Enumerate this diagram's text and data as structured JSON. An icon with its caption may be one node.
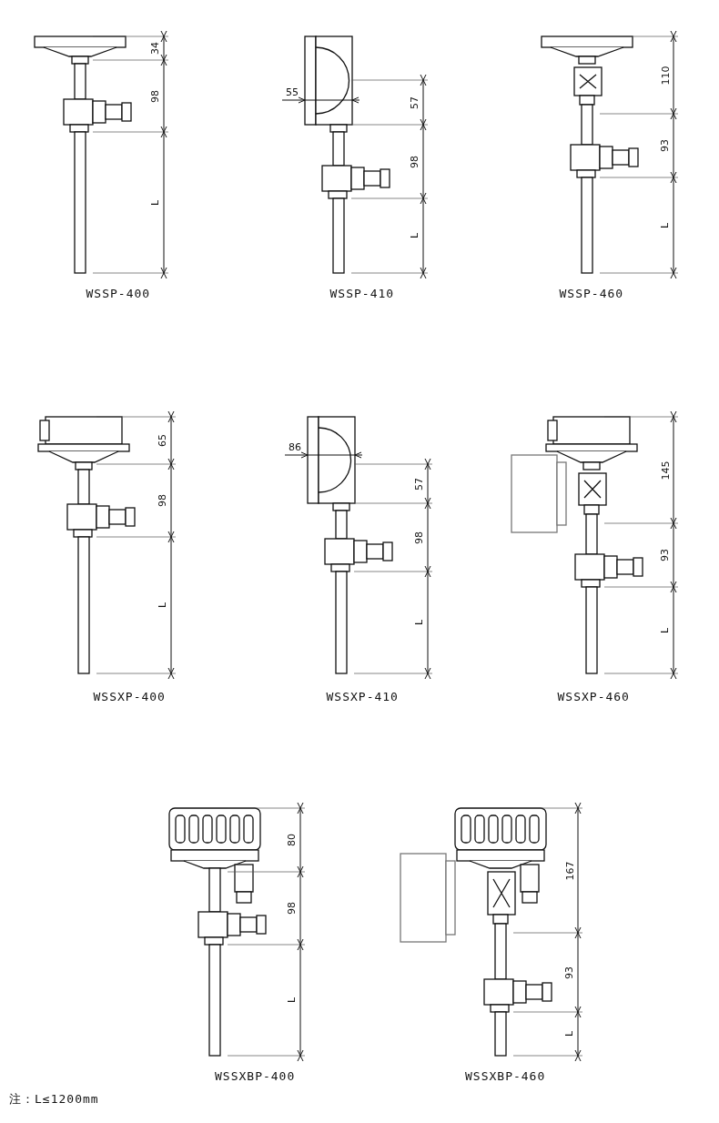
{
  "diagram": {
    "labels": [
      "34",
      "98",
      "L",
      "WSSP-400",
      "55",
      "57",
      "98",
      "L",
      "WSSP-410",
      "110",
      "93",
      "L",
      "WSSP-460",
      "65",
      "98",
      "L",
      "WSSXP-400",
      "86",
      "57",
      "98",
      "L",
      "WSSXP-410",
      "145",
      "93",
      "L",
      "WSSXP-460",
      "80",
      "98",
      "L",
      "WSSXBP-400",
      "167",
      "93",
      "L",
      "WSSXBP-460",
      "注：L≤1200mm"
    ]
  }
}
